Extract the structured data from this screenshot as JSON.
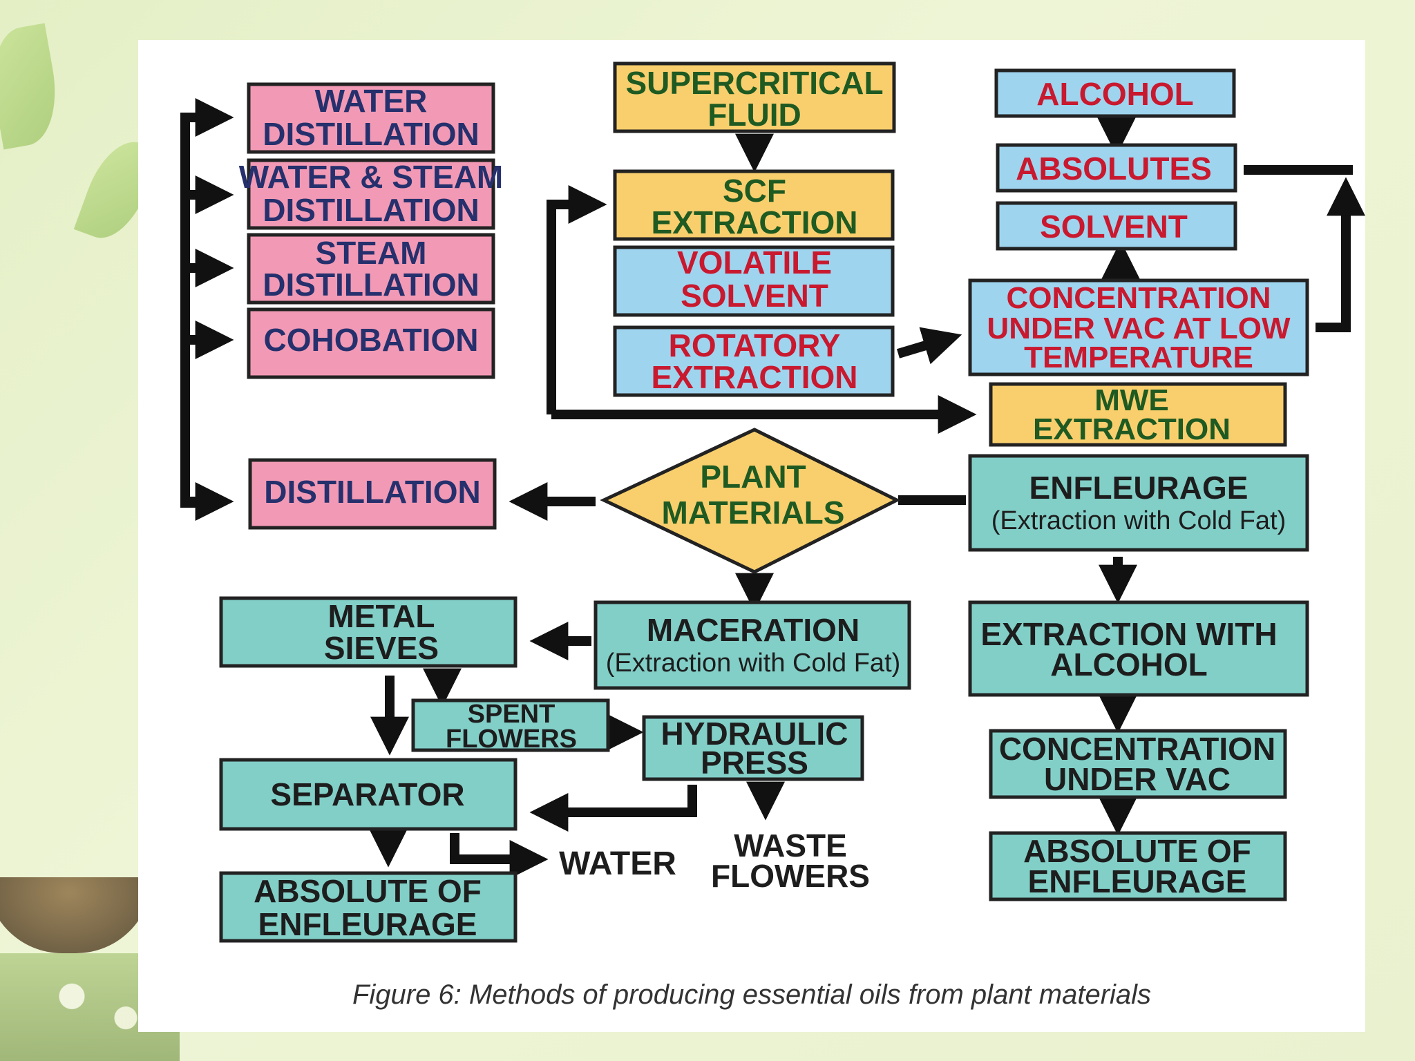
{
  "boxes": {
    "water_distillation": [
      "WATER",
      "DISTILLATION"
    ],
    "water_steam_distillation": [
      "WATER & STEAM",
      "DISTILLATION"
    ],
    "steam_distillation": [
      "STEAM",
      "DISTILLATION"
    ],
    "cohobation": [
      "COHOBATION"
    ],
    "distillation": [
      "DISTILLATION"
    ],
    "supercritical_fluid": [
      "SUPERCRITICAL",
      "FLUID"
    ],
    "scf_extraction": [
      "SCF",
      "EXTRACTION"
    ],
    "volatile_solvent": [
      "VOLATILE",
      "SOLVENT"
    ],
    "rotatory_extraction": [
      "ROTATORY",
      "EXTRACTION"
    ],
    "alcohol": [
      "ALCOHOL"
    ],
    "absolutes": [
      "ABSOLUTES"
    ],
    "solvent": [
      "SOLVENT"
    ],
    "concentration_low_temp": [
      "CONCENTRATION",
      "UNDER VAC AT LOW",
      "TEMPERATURE"
    ],
    "mwe_extraction": [
      "MWE",
      "EXTRACTION"
    ],
    "plant_materials": [
      "PLANT",
      "MATERIALS"
    ],
    "enfleurage": [
      "ENFLEURAGE",
      "(Extraction with Cold Fat)"
    ],
    "maceration": [
      "MACERATION",
      "(Extraction with Cold Fat)"
    ],
    "metal_sieves": [
      "METAL",
      "SIEVES"
    ],
    "spent_flowers": [
      "SPENT",
      "FLOWERS"
    ],
    "hydraulic_press": [
      "HYDRAULIC",
      "PRESS"
    ],
    "separator": [
      "SEPARATOR"
    ],
    "absolute_left": [
      "ABSOLUTE OF",
      "ENFLEURAGE"
    ],
    "extraction_alcohol": [
      "EXTRACTION WITH",
      "ALCOHOL"
    ],
    "concentration_vac": [
      "CONCENTRATION",
      "UNDER VAC"
    ],
    "absolute_right": [
      "ABSOLUTE OF",
      "ENFLEURAGE"
    ]
  },
  "labels": {
    "water": "WATER",
    "waste_flowers": [
      "WASTE",
      "FLOWERS"
    ]
  },
  "caption": "Figure 6: Methods of producing essential oils from plant materials",
  "colors": {
    "pink": "#f29ab5",
    "yellow": "#f9cf6d",
    "blue": "#9fd4ef",
    "teal": "#82cfc8",
    "navy_text": "#25306d",
    "green_text": "#1e5a22",
    "red_text": "#c8192f"
  }
}
